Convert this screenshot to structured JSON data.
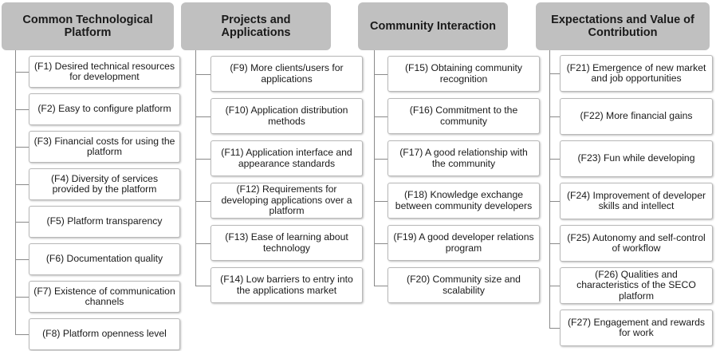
{
  "columns": [
    {
      "title": "Common Technological Platform",
      "items": [
        "(F1) Desired technical resources for development",
        "(F2) Easy to configure platform",
        "(F3) Financial costs for using the platform",
        "(F4) Diversity of services provided by the platform",
        "(F5) Platform transparency",
        "(F6) Documentation quality",
        "(F7) Existence of communication channels",
        "(F8) Platform openness level"
      ]
    },
    {
      "title": "Projects and Applications",
      "items": [
        "(F9) More clients/users for applications",
        "(F10) Application distribution methods",
        "(F11) Application interface and appearance standards",
        "(F12) Requirements for developing applications over a platform",
        "(F13) Ease of learning about technology",
        "(F14) Low barriers to entry into the applications market"
      ]
    },
    {
      "title": "Community Interaction",
      "items": [
        "(F15) Obtaining community recognition",
        "(F16) Commitment to the community",
        "(F17) A good relationship with the community",
        "(F18) Knowledge exchange between community developers",
        "(F19) A good developer relations program",
        "(F20) Community size and scalability"
      ]
    },
    {
      "title": "Expectations and Value of Contribution",
      "items": [
        "(F21) Emergence of new market and job opportunities",
        "(F22) More financial gains",
        "(F23) Fun while developing",
        "(F24) Improvement of developer skills and intellect",
        "(F25) Autonomy and self-control of workflow",
        "(F26) Qualities and characteristics of the SECO platform",
        "(F27) Engagement and rewards for work"
      ]
    }
  ]
}
